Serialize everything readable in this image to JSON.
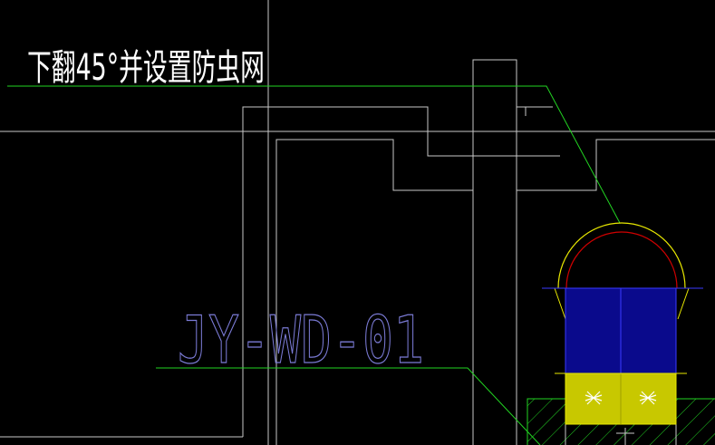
{
  "annotation_text": "下翻45°并设置防虫网",
  "tag_label": "JY-WD-01",
  "colors": {
    "background": "#000000",
    "outline": "#c8c8c8",
    "leader_line": "#22d322",
    "tag_text": "#7b7bd6",
    "blue_fill": "#0a0a8c",
    "yellow_fill": "#c8c800",
    "arc_outer": "#e8e800",
    "arc_inner": "#d00000",
    "hatch": "#22d322"
  },
  "icons": [
    "hatch-pattern",
    "weld-cross-icon"
  ]
}
